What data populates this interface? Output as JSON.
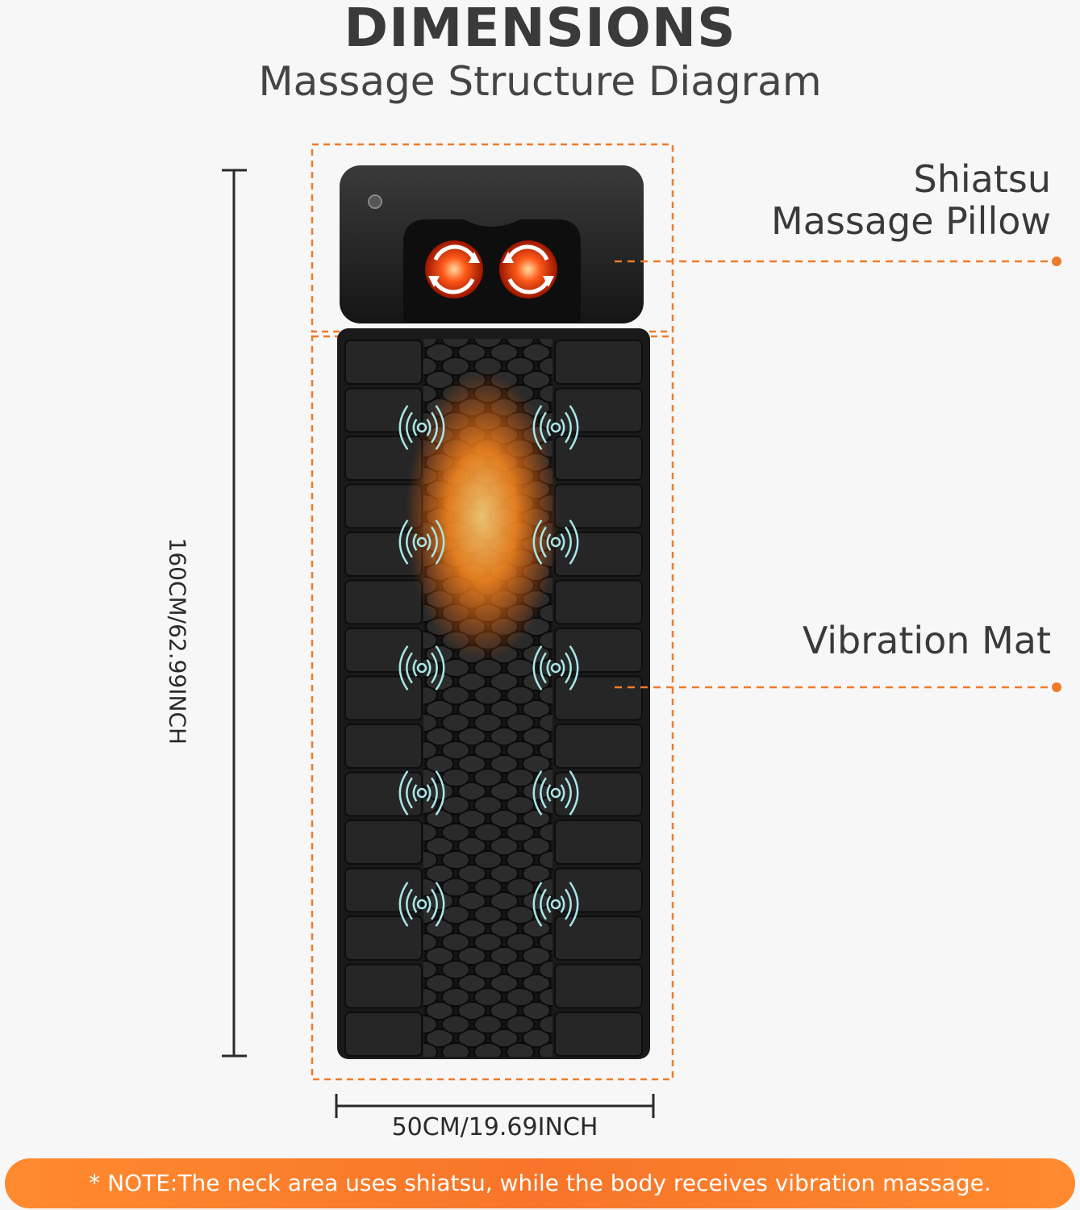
{
  "header": {
    "title": "DIMENSIONS",
    "subtitle": "Massage Structure Diagram"
  },
  "labels": {
    "pillow_line1": "Shiatsu",
    "pillow_line2": "Massage Pillow",
    "mat": "Vibration Mat"
  },
  "dimensions": {
    "length": "160CM/62.99INCH",
    "width": "50CM/19.69INCH"
  },
  "note": "* NOTE:The neck area uses shiatsu, while the body receives vibration massage.",
  "colors": {
    "accent": "#f07a2a",
    "mat": "#1f1f1f",
    "vibration_icon": "#a9e6e8"
  }
}
